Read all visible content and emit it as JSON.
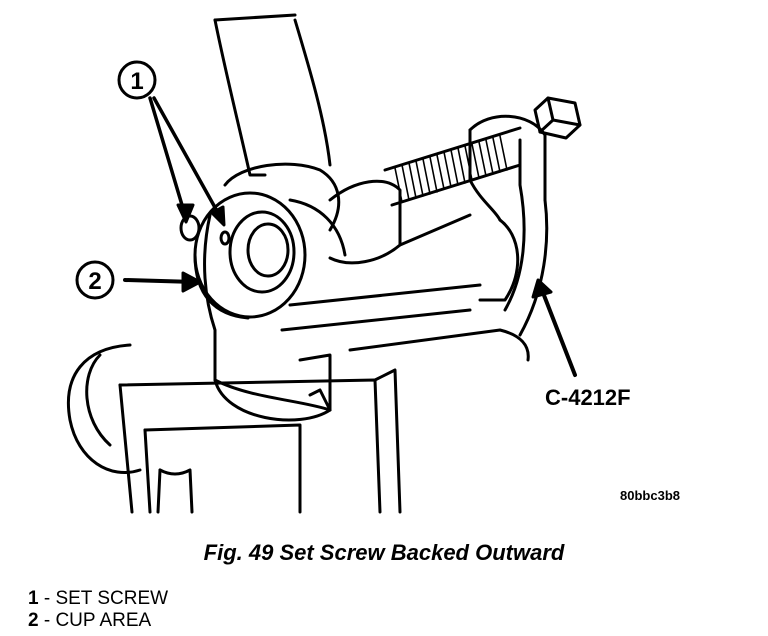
{
  "callouts": {
    "one": "1",
    "two": "2",
    "tool": "C-4212F"
  },
  "figure_id": "80bbc3b8",
  "caption": "Fig. 49 Set Screw Backed Outward",
  "legend": [
    {
      "num": "1",
      "text": " - SET SCREW"
    },
    {
      "num": "2",
      "text": " - CUP AREA"
    }
  ]
}
